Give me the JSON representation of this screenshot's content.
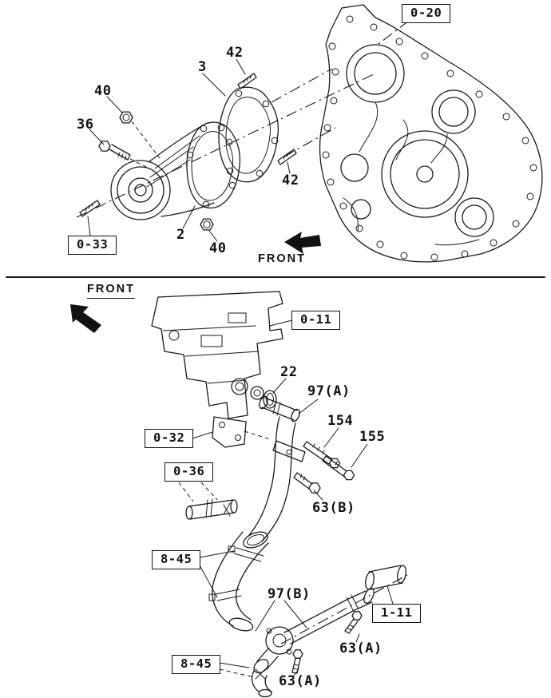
{
  "diagram": {
    "background": "#ffffff",
    "line_color": "#1a1a1a"
  },
  "top_section": {
    "front_label": "FRONT",
    "ref_boxes": {
      "timing_gear_case": "0-20",
      "stud_kit": "0-33"
    },
    "callouts": {
      "stud_upper": "42",
      "gasket": "3",
      "nut_upper": "40",
      "bolt": "36",
      "stud_lower": "42",
      "water_pump": "2",
      "nut_lower": "40"
    }
  },
  "bottom_section": {
    "front_label": "FRONT",
    "ref_boxes": {
      "cylinder_block": "0-11",
      "bracket": "0-32",
      "hose": "0-36",
      "clamp_upper": "8-45",
      "water_pipe": "1-11",
      "clamp_lower": "8-45"
    },
    "callouts": {
      "oring": "22",
      "pipe_a": "97(A)",
      "bolt_154": "154",
      "bolt_155": "155",
      "bolt_63b": "63(B)",
      "pipe_b": "97(B)",
      "bolt_63a_right": "63(A)",
      "bolt_63a_bottom": "63(A)"
    }
  }
}
